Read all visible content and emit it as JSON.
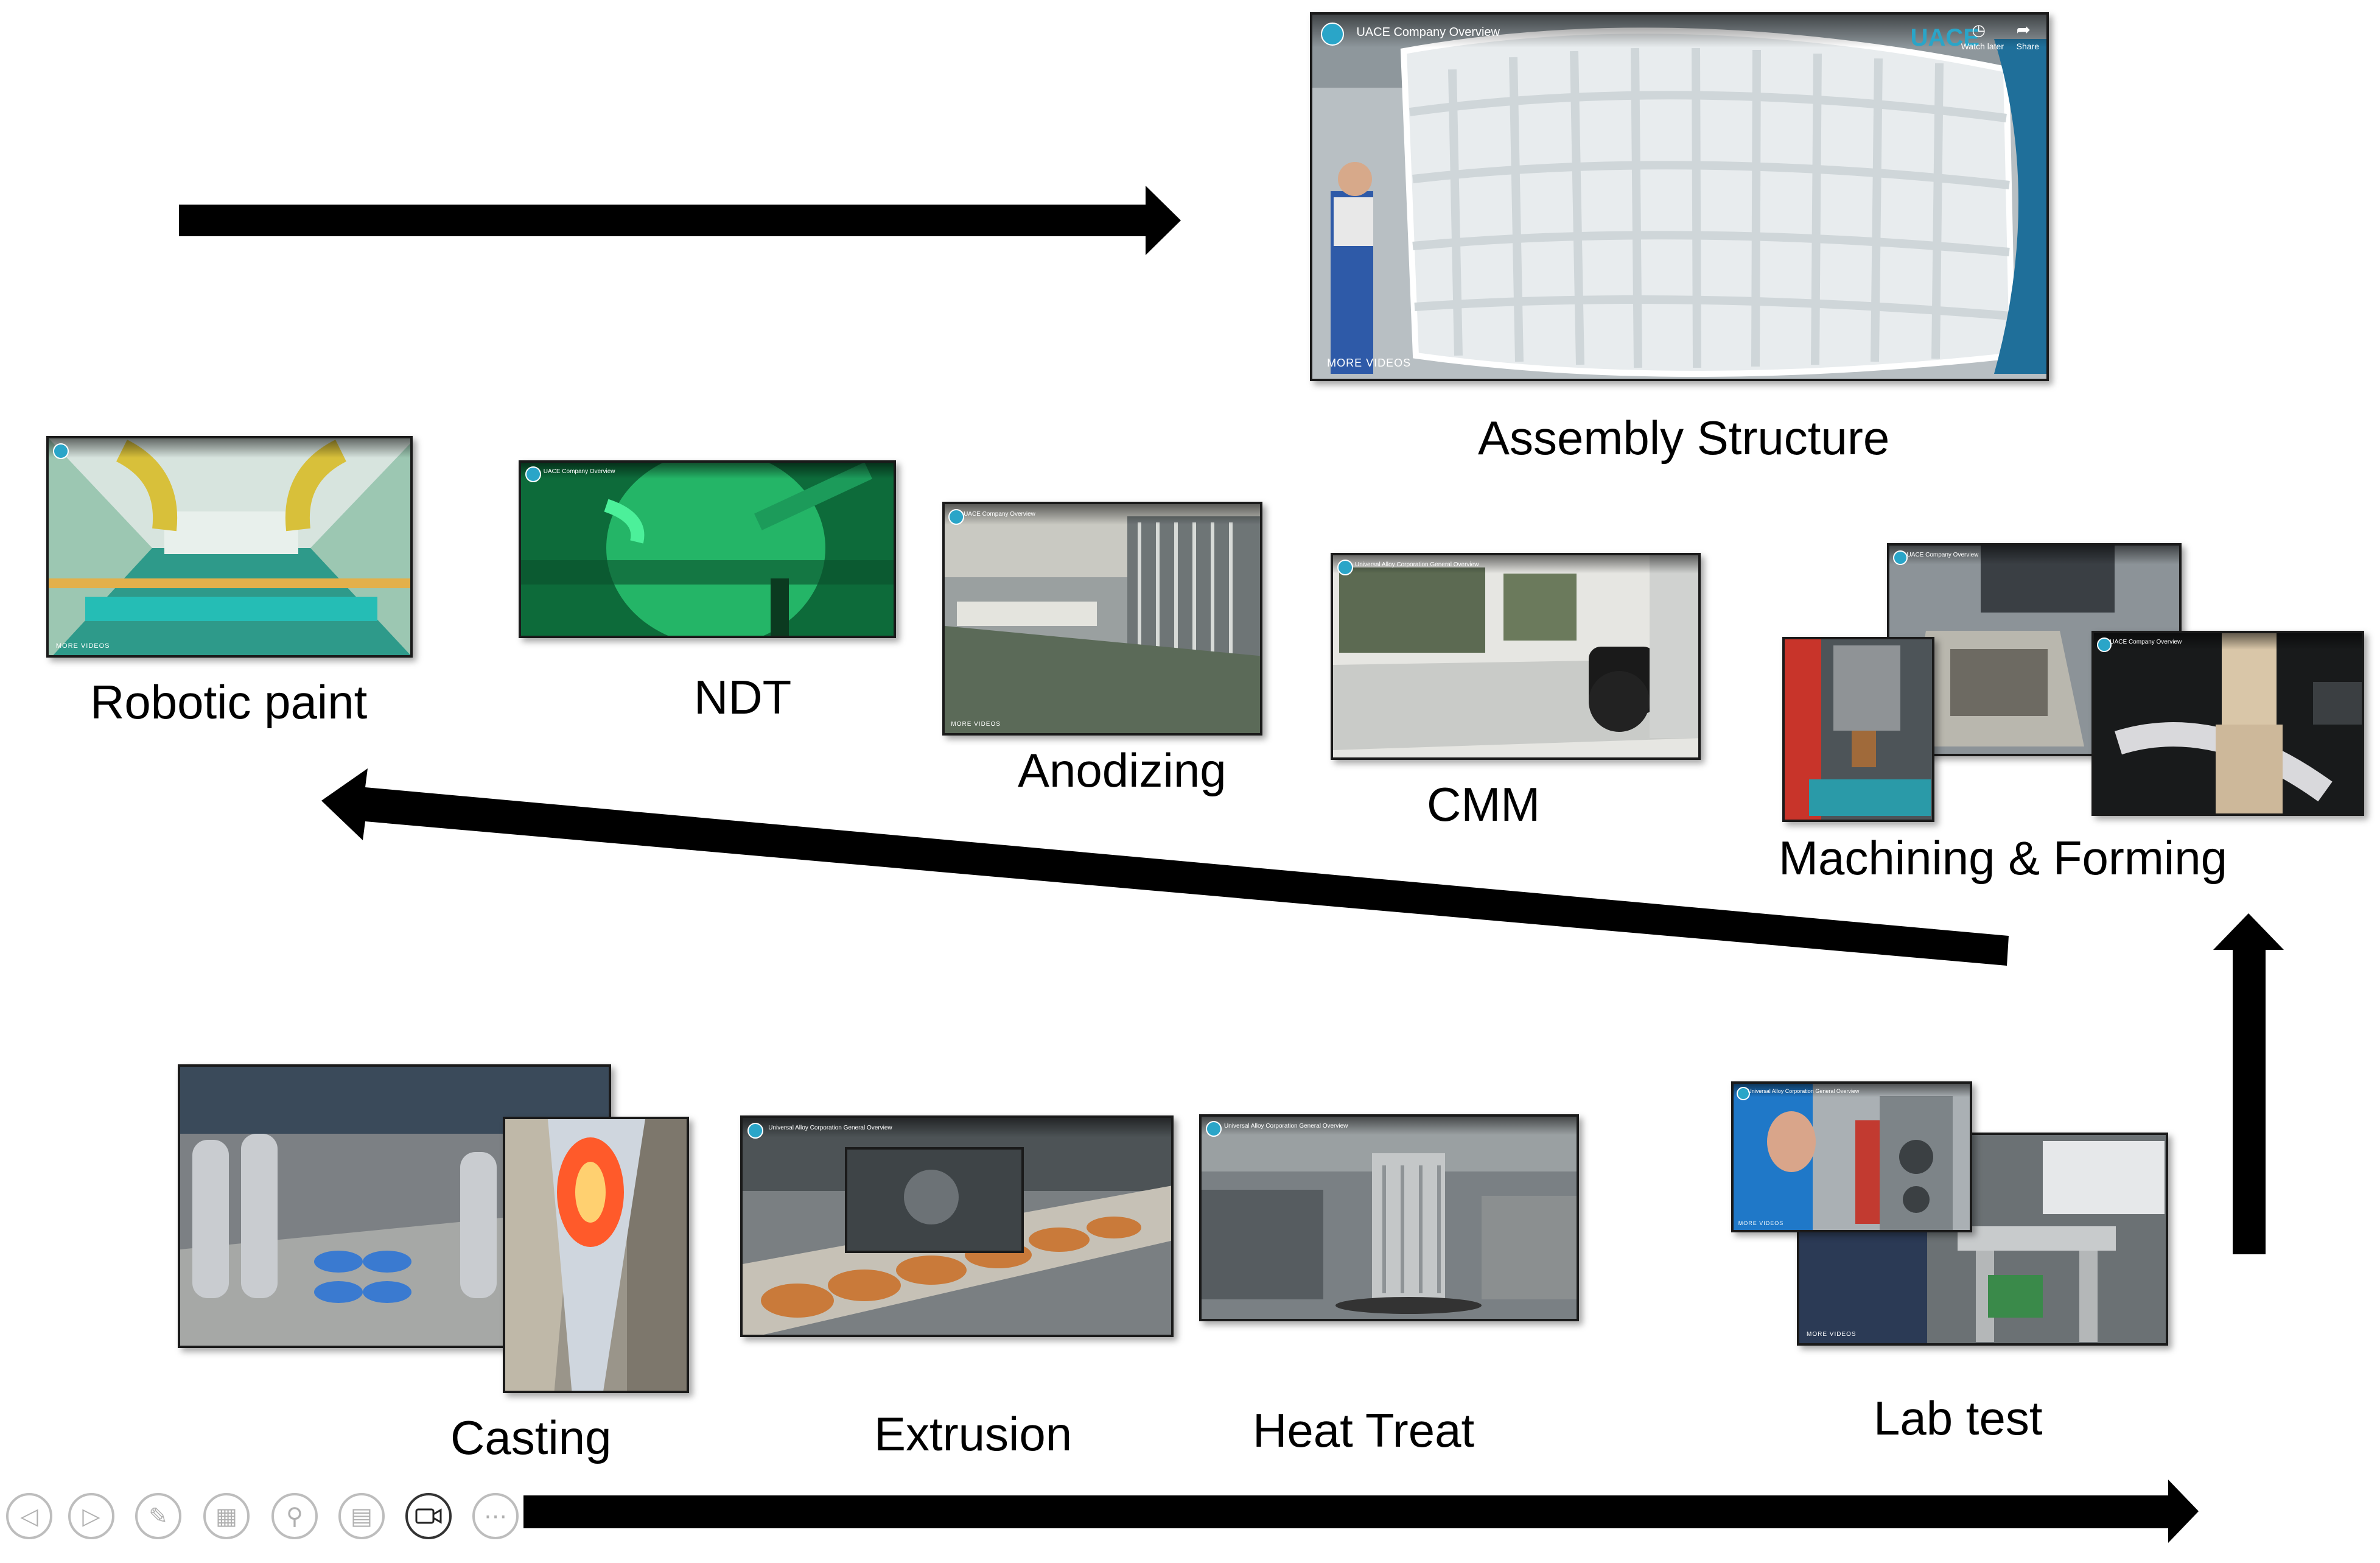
{
  "captions": {
    "assembly": "Assembly Structure",
    "robotic_paint": "Robotic paint",
    "ndt": "NDT",
    "anodizing": "Anodizing",
    "cmm": "CMM",
    "machining": "Machining & Forming",
    "casting": "Casting",
    "extrusion": "Extrusion",
    "heat_treat": "Heat Treat",
    "lab_test": "Lab test"
  },
  "videos": {
    "assembly": {
      "title": "UACE Company Overview",
      "brand": "UACE",
      "watch_later": "Watch later",
      "share": "Share",
      "more": "MORE VIDEOS"
    },
    "robotic_paint": {
      "more": "MORE VIDEOS"
    },
    "ndt": {
      "title": "UACE Company Overview"
    },
    "anodizing": {
      "title": "UACE Company Overview",
      "more": "MORE VIDEOS"
    },
    "cmm": {
      "title": "Universal Alloy Corporation General Overview"
    },
    "machining_top": {
      "title": "UACE Company Overview"
    },
    "machining_right": {
      "title": "UACE Company Overview"
    },
    "extrusion": {
      "title": "Universal Alloy Corporation General Overview"
    },
    "heat_treat": {
      "title": "Universal Alloy Corporation General Overview"
    },
    "lab_left": {
      "title": "Universal Alloy Corporation General Overview",
      "more": "MORE VIDEOS"
    },
    "lab_right": {
      "more": "MORE VIDEOS"
    }
  },
  "toolbar": {
    "icons": [
      "previous-icon",
      "next-icon",
      "pen-icon",
      "slides-icon",
      "zoom-icon",
      "subtitles-icon",
      "camera-icon",
      "more-icon"
    ],
    "active": "camera-icon"
  },
  "colors": {
    "arrow": "#000000",
    "brand": "#2aa5c8"
  }
}
